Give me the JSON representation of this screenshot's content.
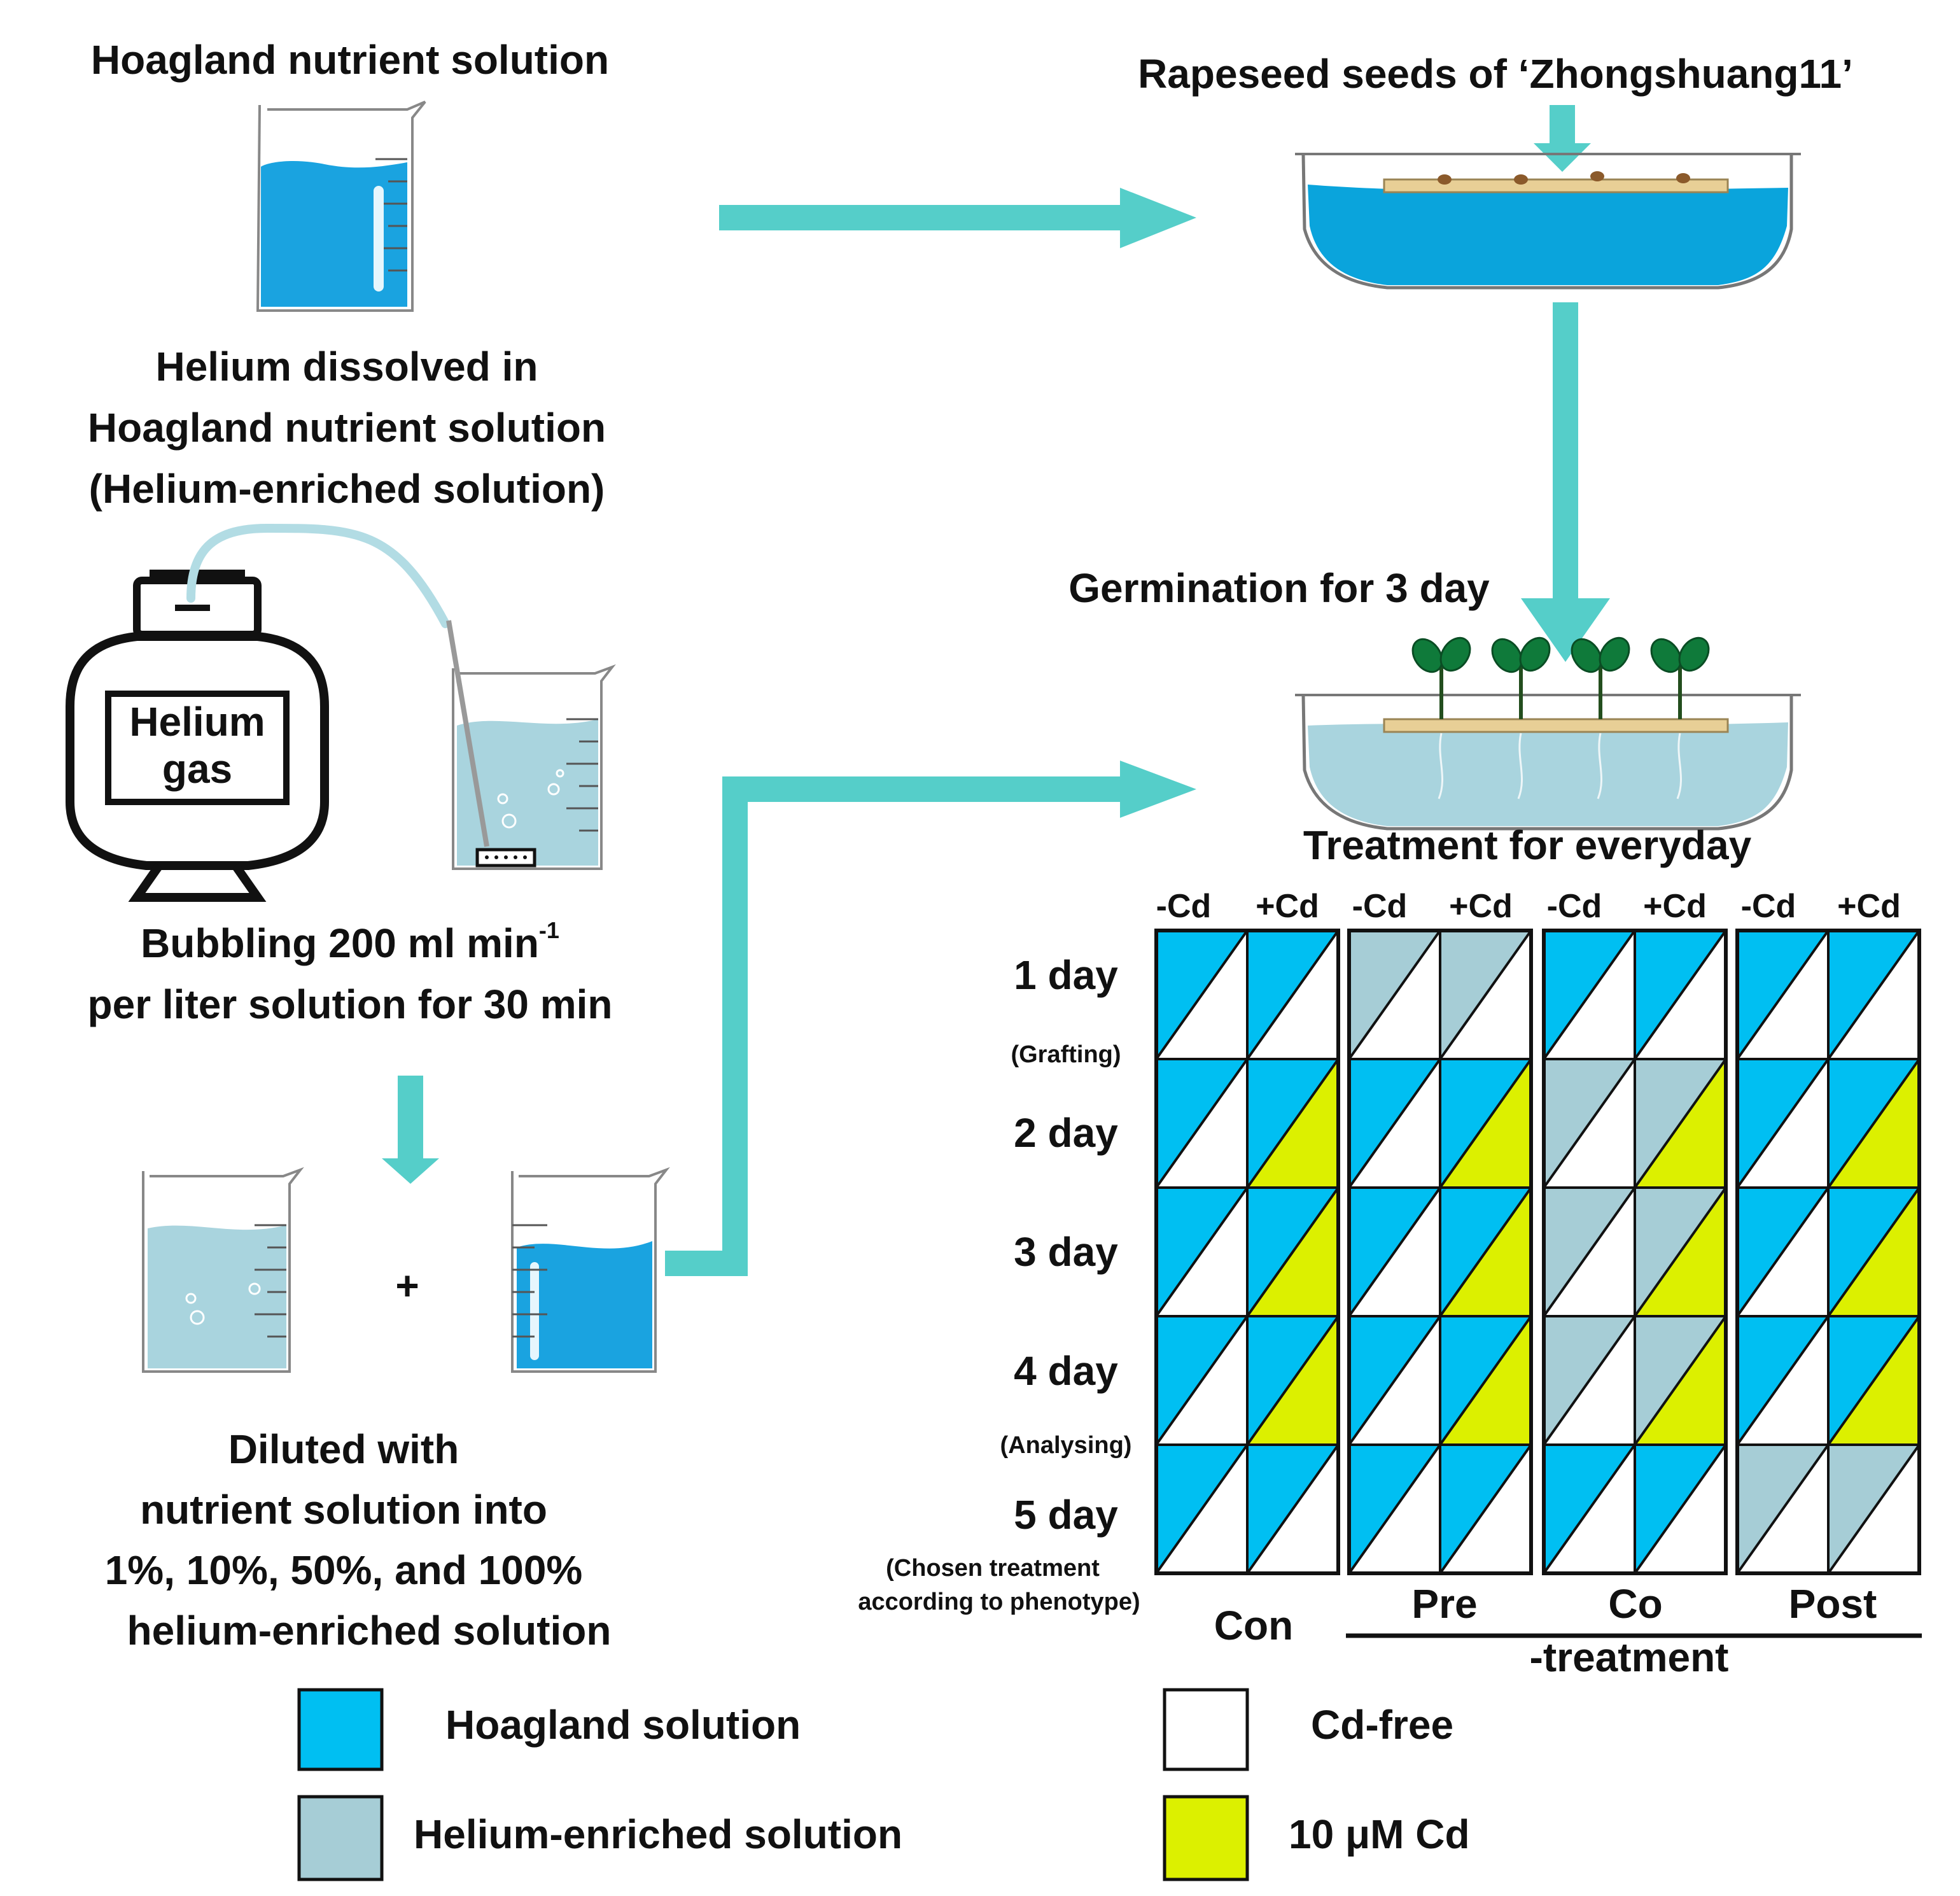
{
  "top_left": {
    "title": "Hoagland nutrient solution",
    "helium_lines": [
      "Helium dissolved in",
      "Hoagland nutrient solution",
      "(Helium-enriched solution)"
    ],
    "tank_label_lines": [
      "Helium",
      "gas"
    ],
    "bubbling_line1": "Bubbling 200 ml min",
    "bubbling_sup": "-1",
    "bubbling_line2": "per liter solution for 30 min",
    "plus": "+",
    "diluted_lines": [
      "Diluted with",
      "nutrient solution into",
      "1%, 10%, 50%, and 100%",
      "helium-enriched solution"
    ]
  },
  "top_right": {
    "seeds_title": "Rapeseed seeds of ‘Zhongshuang11’",
    "germination": "Germination for 3 day",
    "treatment_title": "Treatment for everyday"
  },
  "grid": {
    "col_headers": [
      "-Cd",
      "+Cd",
      "-Cd",
      "+Cd",
      "-Cd",
      "+Cd",
      "-Cd",
      "+Cd"
    ],
    "rows": [
      {
        "label": "1 day",
        "note": "(Grafting)"
      },
      {
        "label": "2 day",
        "note": ""
      },
      {
        "label": "3 day",
        "note": ""
      },
      {
        "label": "4 day",
        "note": "(Analysing)"
      },
      {
        "label": "5 day",
        "note": ""
      }
    ],
    "chosen_note_lines": [
      "(Chosen treatment",
      "according to phenotype)"
    ],
    "group_labels": {
      "con": "Con",
      "pre": "Pre",
      "co": "Co",
      "post": "Post",
      "treatment": "-treatment"
    },
    "solution_codes": [
      [
        "H",
        "H",
        "E",
        "E",
        "H",
        "H",
        "H",
        "H"
      ],
      [
        "H",
        "H",
        "H",
        "H",
        "E",
        "E",
        "H",
        "H"
      ],
      [
        "H",
        "H",
        "H",
        "H",
        "E",
        "E",
        "H",
        "H"
      ],
      [
        "H",
        "H",
        "H",
        "H",
        "E",
        "E",
        "H",
        "H"
      ],
      [
        "H",
        "H",
        "H",
        "H",
        "H",
        "H",
        "E",
        "E"
      ]
    ],
    "cd_codes": [
      [
        "F",
        "F",
        "F",
        "F",
        "F",
        "F",
        "F",
        "F"
      ],
      [
        "F",
        "C",
        "F",
        "C",
        "F",
        "C",
        "F",
        "C"
      ],
      [
        "F",
        "C",
        "F",
        "C",
        "F",
        "C",
        "F",
        "C"
      ],
      [
        "F",
        "C",
        "F",
        "C",
        "F",
        "C",
        "F",
        "C"
      ],
      [
        "F",
        "F",
        "F",
        "F",
        "F",
        "F",
        "F",
        "F"
      ]
    ]
  },
  "legend": {
    "hoagland": "Hoagland solution",
    "helium": "Helium-enriched solution",
    "cdfree": "Cd-free",
    "cd": "10 μM Cd"
  },
  "colors": {
    "hoagland": "#00bff2",
    "helium": "#a6cdd6",
    "cd": "#dcf000",
    "cdfree": "#ffffff",
    "arrow": "#55cec9",
    "beaker_dark": "#1aa3e0",
    "beaker_light": "#a9d4de",
    "dish_dark": "#0aa4dc",
    "dish_light": "#a9d4de"
  }
}
